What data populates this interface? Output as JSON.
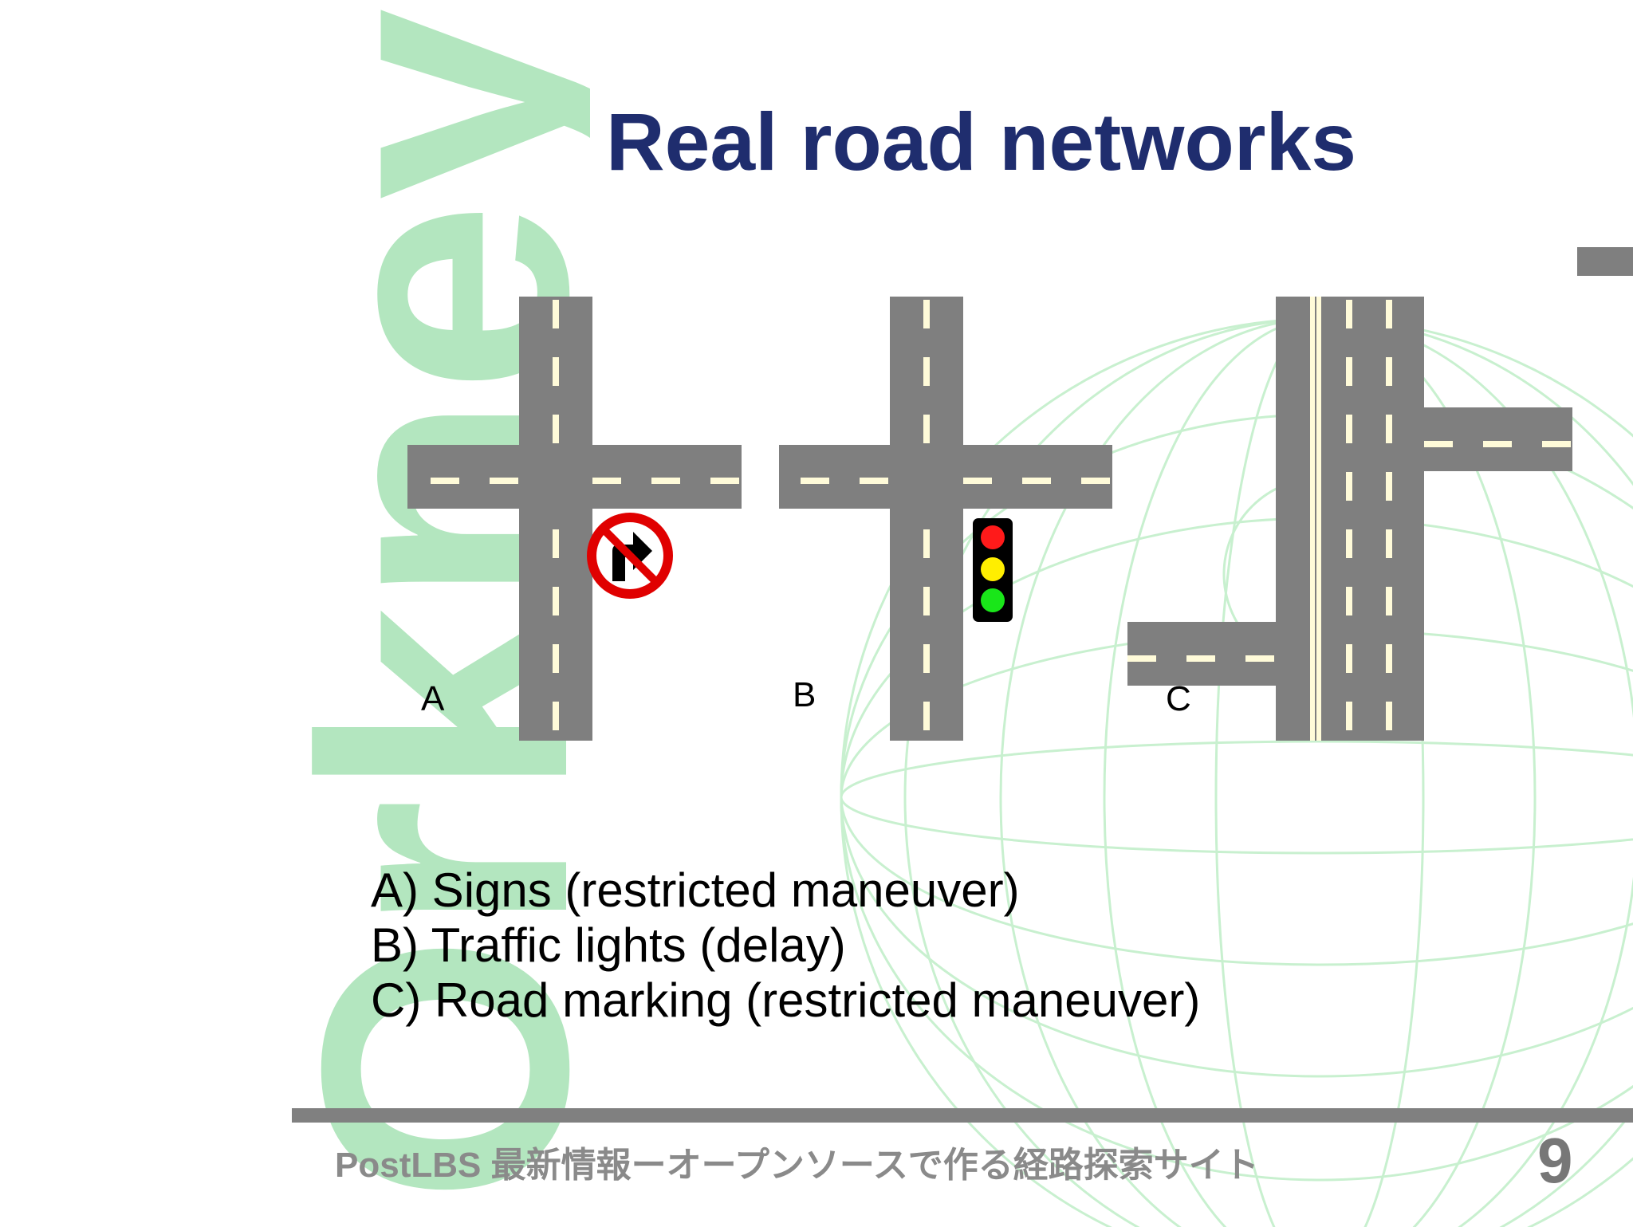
{
  "slide": {
    "title": "Real road networks",
    "logo_text": "Orkney",
    "road_labels": [
      "A",
      "B",
      "C"
    ],
    "captions": [
      "A) Signs (restricted maneuver)",
      "B) Traffic lights (delay)",
      "C) Road marking (restricted maneuver)"
    ],
    "footer": "PostLBS 最新情報ーオープンソースで作る経路探索サイト",
    "page_number": "9"
  },
  "colors": {
    "title": "#1f2d6e",
    "road": "#7f7f7f",
    "lane_marking": "#fffbd9",
    "logo": "#b3e6bf",
    "globe": "#c8f0cf",
    "sign_red": "#e00000",
    "footer_bar": "#808080"
  },
  "icons": {
    "sign": "no-right-turn-icon",
    "traffic_light": "traffic-light-icon"
  }
}
